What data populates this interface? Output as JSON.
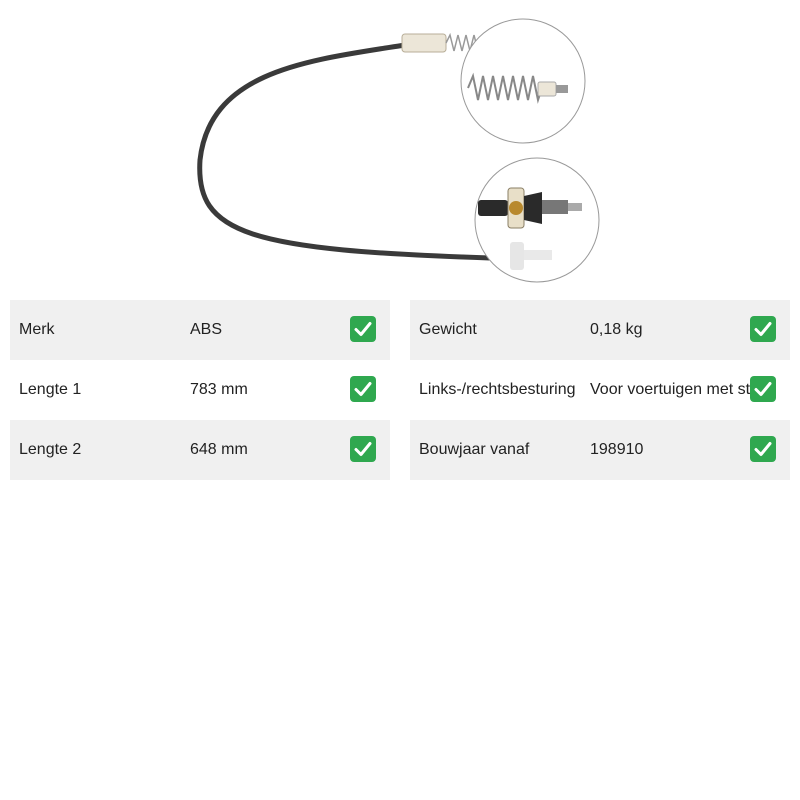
{
  "product": {
    "image_icon": "clutch-cable-product-photo"
  },
  "specs": {
    "check_icon": "green-check-icon",
    "left": [
      {
        "label": "Merk",
        "value": "ABS"
      },
      {
        "label": "Lengte 1",
        "value": "783 mm"
      },
      {
        "label": "Lengte 2",
        "value": "648 mm"
      }
    ],
    "right": [
      {
        "label": "Gewicht",
        "value": "0,18 kg"
      },
      {
        "label": "Links-/rechtsbesturing",
        "value": "Voor voertuigen met stuur"
      },
      {
        "label": "Bouwjaar vanaf",
        "value": "198910"
      }
    ]
  },
  "colors": {
    "row_shade": "#f0f0f0",
    "check_green": "#2fa84f",
    "cable": "#3a3a3a"
  }
}
